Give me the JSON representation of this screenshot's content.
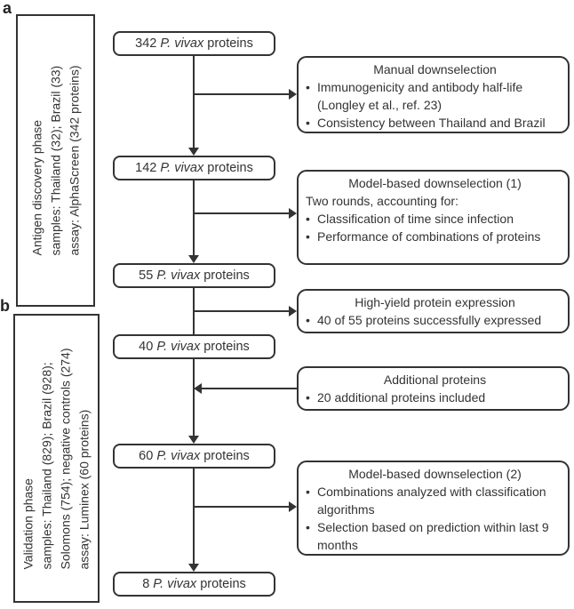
{
  "panel_labels": {
    "a": "a",
    "b": "b"
  },
  "bullet_char": "•",
  "phase_boxes": [
    {
      "name": "antigen-discovery-phase",
      "lines": [
        "Antigen discovery phase",
        "samples: Thailand (32); Brazil (33)",
        "assay: AlphaScreen (342 proteins)"
      ]
    },
    {
      "name": "validation-phase",
      "lines": [
        "Validation phase",
        "samples: Thailand (829); Brazil (928);",
        "Solomons (754); negative controls (274)",
        "assay: Luminex (60 proteins)"
      ]
    }
  ],
  "flow_boxes": [
    {
      "count": "342",
      "species": "P. vivax",
      "suffix": "proteins"
    },
    {
      "count": "142",
      "species": "P. vivax",
      "suffix": "proteins"
    },
    {
      "count": "55",
      "species": "P. vivax",
      "suffix": "proteins"
    },
    {
      "count": "40",
      "species": "P. vivax",
      "suffix": "proteins"
    },
    {
      "count": "60",
      "species": "P. vivax",
      "suffix": "proteins"
    },
    {
      "count": "8",
      "species": "P. vivax",
      "suffix": "proteins"
    }
  ],
  "step_boxes": [
    {
      "title": "Manual downselection",
      "bullets": [
        "Immunogenicity and antibody half-life (Longley et al., ref. 23)",
        "Consistency between Thailand and Brazil"
      ]
    },
    {
      "title": "Model-based downselection (1)",
      "intro": "Two rounds, accounting for:",
      "bullets": [
        "Classification of time since infection",
        "Performance of combinations of proteins"
      ]
    },
    {
      "title": "High-yield protein expression",
      "bullets": [
        "40 of 55 proteins successfully expressed"
      ]
    },
    {
      "title": "Additional proteins",
      "bullets": [
        "20 additional proteins included"
      ]
    },
    {
      "title": "Model-based downselection (2)",
      "bullets": [
        "Combinations analyzed with classification algorithms",
        "Selection based on prediction within last 9 months"
      ]
    }
  ]
}
